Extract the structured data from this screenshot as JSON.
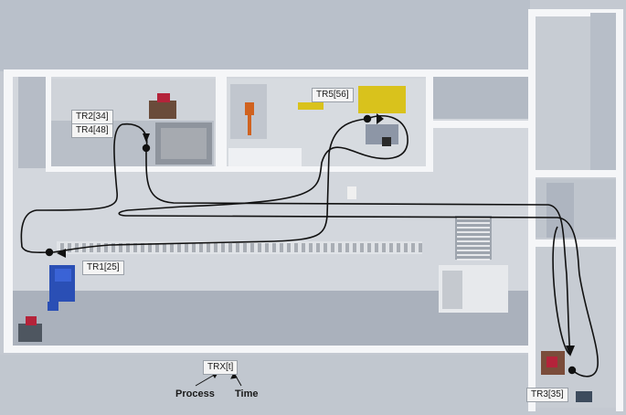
{
  "labels": {
    "tr2": "TR2[34]",
    "tr4": "TR4[48]",
    "tr5": "TR5[56]",
    "tr1": "TR1[25]",
    "tr3": "TR3[35]",
    "trx": "TRX[t]"
  },
  "legend": {
    "process": "Process",
    "time": "Time"
  },
  "colors": {
    "floor": "#d4d8de",
    "wall": "#f5f6f8",
    "shadow": "#aeb5c0",
    "path": "#111111",
    "robot_red": "#b4233a",
    "robot_yellow": "#d9c21c",
    "robot_blue": "#2a4fb5"
  }
}
